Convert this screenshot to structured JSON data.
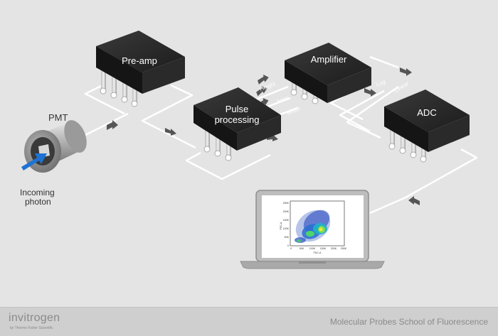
{
  "labels": {
    "pmt": "PMT",
    "incoming": [
      "Incoming",
      "photon"
    ],
    "preamp": "Pre-amp",
    "pulse": [
      "Pulse",
      "processing"
    ],
    "amplifier": "Amplifier",
    "adc": "ADC",
    "height": "Height",
    "area": "Area",
    "width": "Width",
    "log": "Log",
    "linear": "Linear"
  },
  "plot": {
    "y_ticks": [
      "250K",
      "200K",
      "150K",
      "100K",
      "50K",
      "0"
    ],
    "x_ticks": [
      "0",
      "50K",
      "100K",
      "150K",
      "200K",
      "250K"
    ],
    "y_label": "FSC-A",
    "x_label": "FSC-A"
  },
  "footer": {
    "logo": "invitrogen",
    "logo_sub": "by Thermo Fisher Scientific",
    "title": "Molecular Probes School of Fluorescence"
  },
  "colors": {
    "background": "#e4e4e4",
    "chip": "#222222",
    "arrow": "#1e73d2",
    "wire": "#ffffff"
  }
}
